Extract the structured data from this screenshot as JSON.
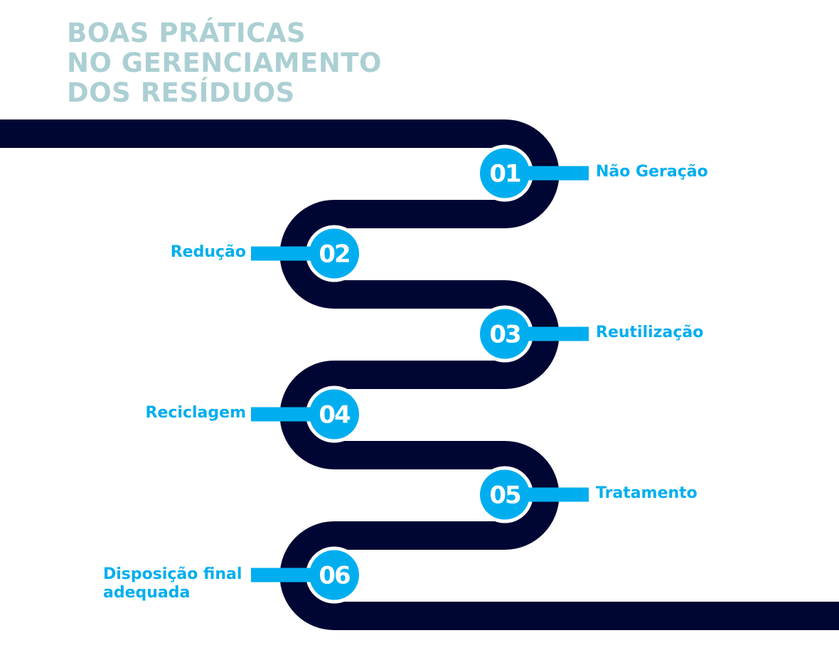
{
  "title": {
    "lines": [
      "BOAS PRÁTICAS",
      "NO GERENCIAMENTO",
      "DOS RESÍDUOS"
    ]
  },
  "colors": {
    "path": "#000633",
    "accent": "#00aeef",
    "title": "#abcfd3"
  },
  "steps": [
    {
      "number": "01",
      "label": "Não Geração",
      "side": "right"
    },
    {
      "number": "02",
      "label": "Redução",
      "side": "left"
    },
    {
      "number": "03",
      "label": "Reutilização",
      "side": "right"
    },
    {
      "number": "04",
      "label": "Reciclagem",
      "side": "left"
    },
    {
      "number": "05",
      "label": "Tratamento",
      "side": "right"
    },
    {
      "number": "06",
      "label": "Disposição final adequada",
      "side": "left"
    }
  ]
}
